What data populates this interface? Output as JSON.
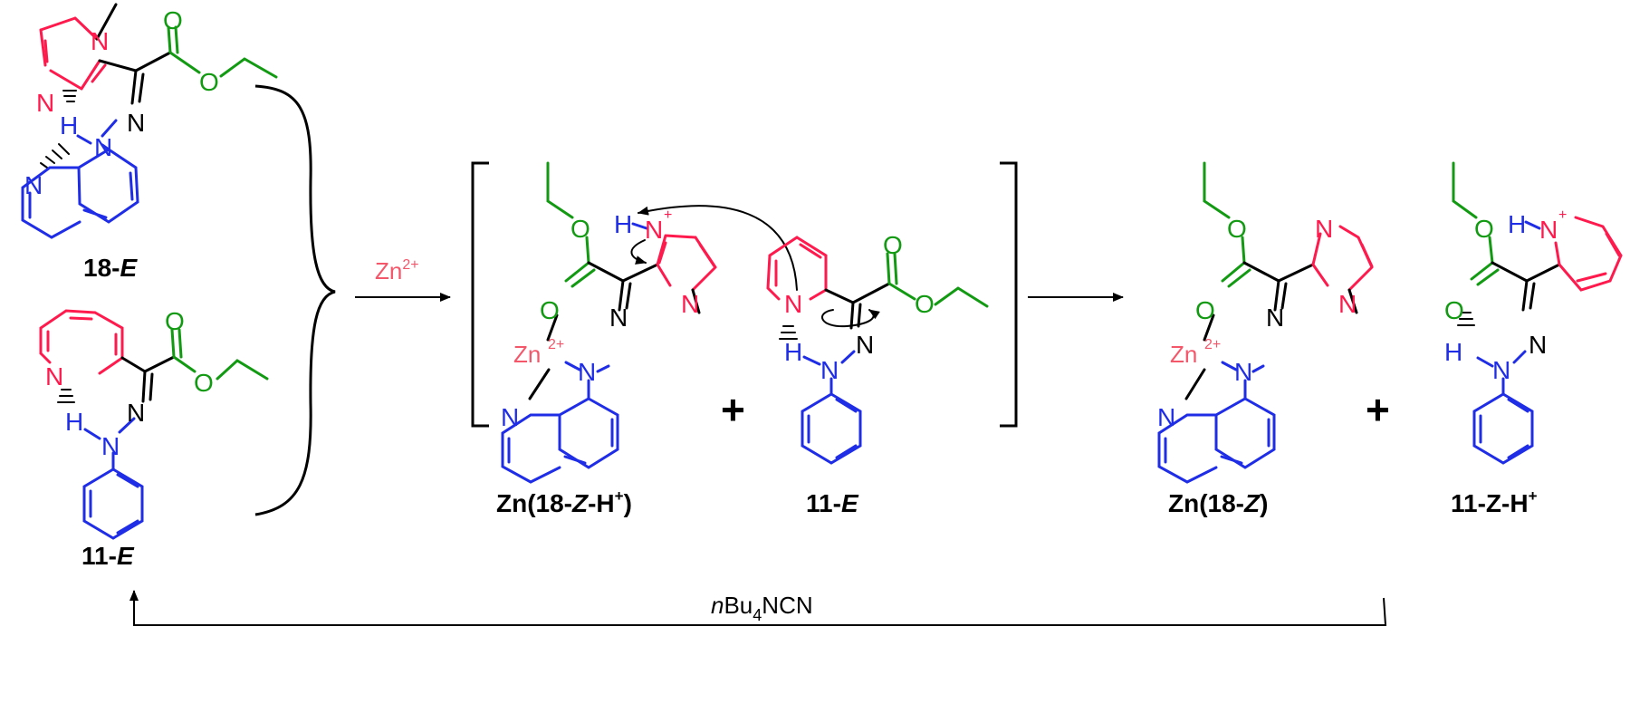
{
  "colors": {
    "blue": "#1f2ee6",
    "red": "#ff1a4d",
    "green": "#129a12",
    "zinc": "#f4566a",
    "black": "#000000"
  },
  "atoms": {
    "N": "N",
    "O": "O",
    "H": "H",
    "Zn": "Zn",
    "zn_charge": "2+",
    "plus_charge": "+"
  },
  "labels": {
    "c18E": {
      "main": "18-",
      "italic": "E"
    },
    "c11E_left": {
      "main": "11-",
      "italic": "E"
    },
    "znComplexH": {
      "pre": "Zn(18-",
      "italic": "Z",
      "mid": "-H",
      "sup": "+",
      "post": ")"
    },
    "c11E_mid": {
      "main": "11-",
      "italic": "E"
    },
    "znComplex": {
      "pre": "Zn(18-",
      "italic": "Z",
      "post": ")"
    },
    "c11ZH": {
      "main": "11-Z-H",
      "sup": "+"
    }
  },
  "reagents": {
    "zinc": {
      "text": "Zn",
      "sup": "2+"
    },
    "cyanide": {
      "italic": "n",
      "rest": "Bu",
      "sub": "4",
      "tail": "NCN"
    }
  },
  "operators": {
    "plus1": "+",
    "plus2": "+"
  }
}
